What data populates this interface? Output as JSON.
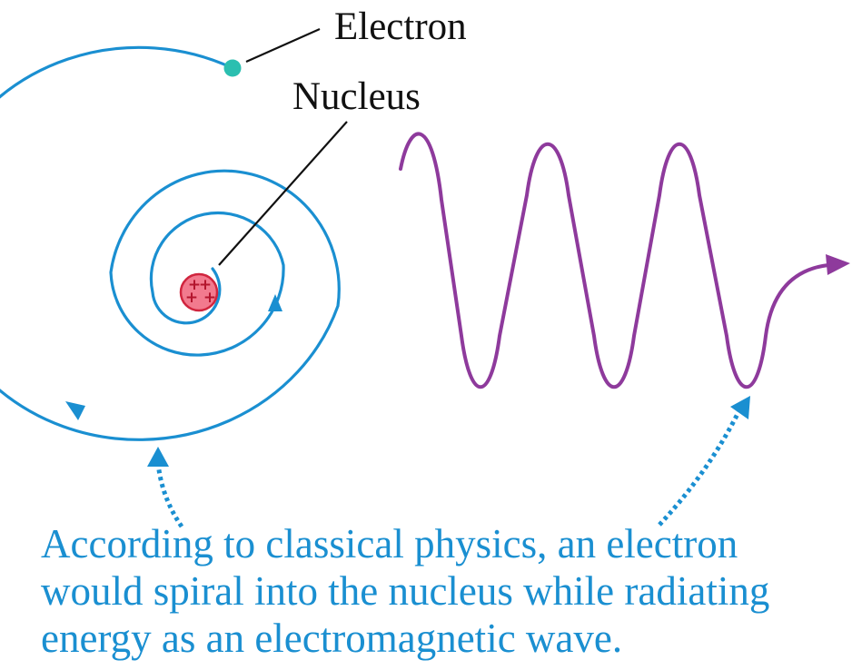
{
  "labels": {
    "electron": "Electron",
    "nucleus": "Nucleus"
  },
  "nucleus_charges": [
    "+",
    "+",
    "+",
    "+"
  ],
  "caption": {
    "lines": [
      "According to classical physics, an electron",
      "would spiral into the nucleus while radiating",
      "energy as an electromagnetic wave."
    ]
  },
  "colors": {
    "spiral": "#1a8fd1",
    "wave": "#8e3a9c",
    "electron": "#2bbfb0",
    "nucleus_fill": "#f27a8e",
    "nucleus_stroke": "#d0253e",
    "caption": "#1a8fd1",
    "leader_line": "#111111",
    "pointer_arrow": "#1a8fd1"
  },
  "icons": {
    "electron": "electron-dot-icon",
    "nucleus": "nucleus-icon",
    "direction_arrows": "arrowhead-icon",
    "pointers": "dotted-pointer-arrow-icon"
  }
}
